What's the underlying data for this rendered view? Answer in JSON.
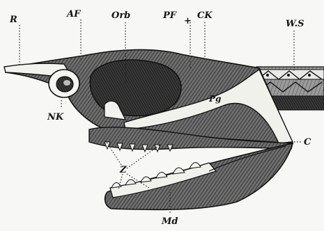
{
  "figure": {
    "labels": {
      "r": "R",
      "af": "AF",
      "orb": "Orb",
      "pf": "PF",
      "plus": "+",
      "ck": "CK",
      "ws": "W.S",
      "nk": "NK",
      "pg": "Pg",
      "c": "C",
      "z": "Z",
      "md": "Md"
    }
  }
}
